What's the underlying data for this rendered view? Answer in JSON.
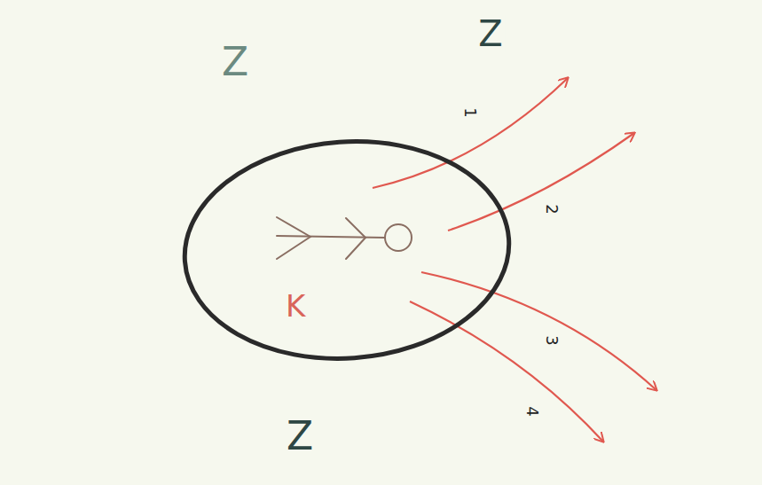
{
  "diagram": {
    "nodes": [
      {
        "text": [
          "K"
        ]
      }
    ],
    "labels": [
      "Z",
      "Z",
      "1",
      "2",
      "3",
      "4",
      "Z"
    ]
  }
}
